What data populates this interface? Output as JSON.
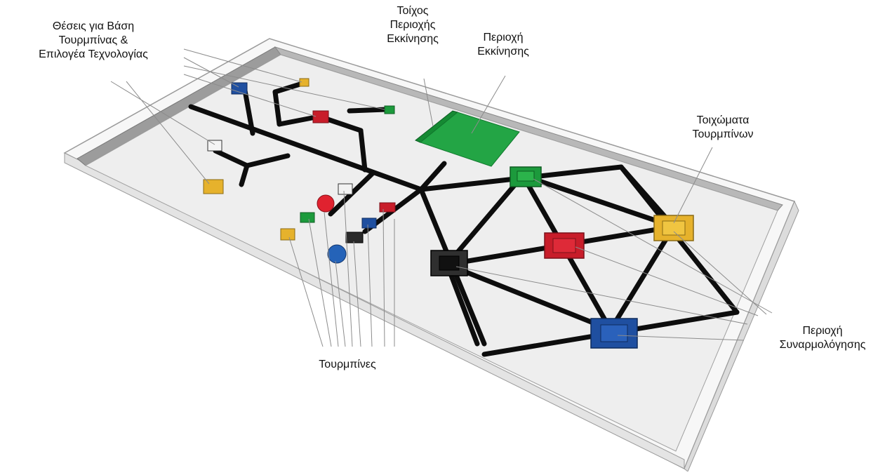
{
  "labels": {
    "positions": [
      "Θέσεις για Βάση",
      "Τουρμπίνας &",
      "Επιλογέα Τεχνολογίας"
    ],
    "start_wall": [
      "Τοίχος",
      "Περιοχής",
      "Εκκίνησης"
    ],
    "start_area": [
      "Περιοχή",
      "Εκκίνησης"
    ],
    "turbine_walls": [
      "Τοιχώματα",
      "Τουρμπίνων"
    ],
    "turbines": "Τουρμπίνες",
    "assembly_area": [
      "Περιοχή",
      "Συναρμολόγησης"
    ]
  },
  "colors": {
    "board": "#ececec",
    "rim": "#f6f6f6",
    "line": "#0d0d0d",
    "green": "#1c9a3c",
    "red": "#c81d2a",
    "blue": "#1f4fa0",
    "yellow": "#e6b22c",
    "white": "#f2f2f2",
    "black": "#2a2a2a"
  }
}
